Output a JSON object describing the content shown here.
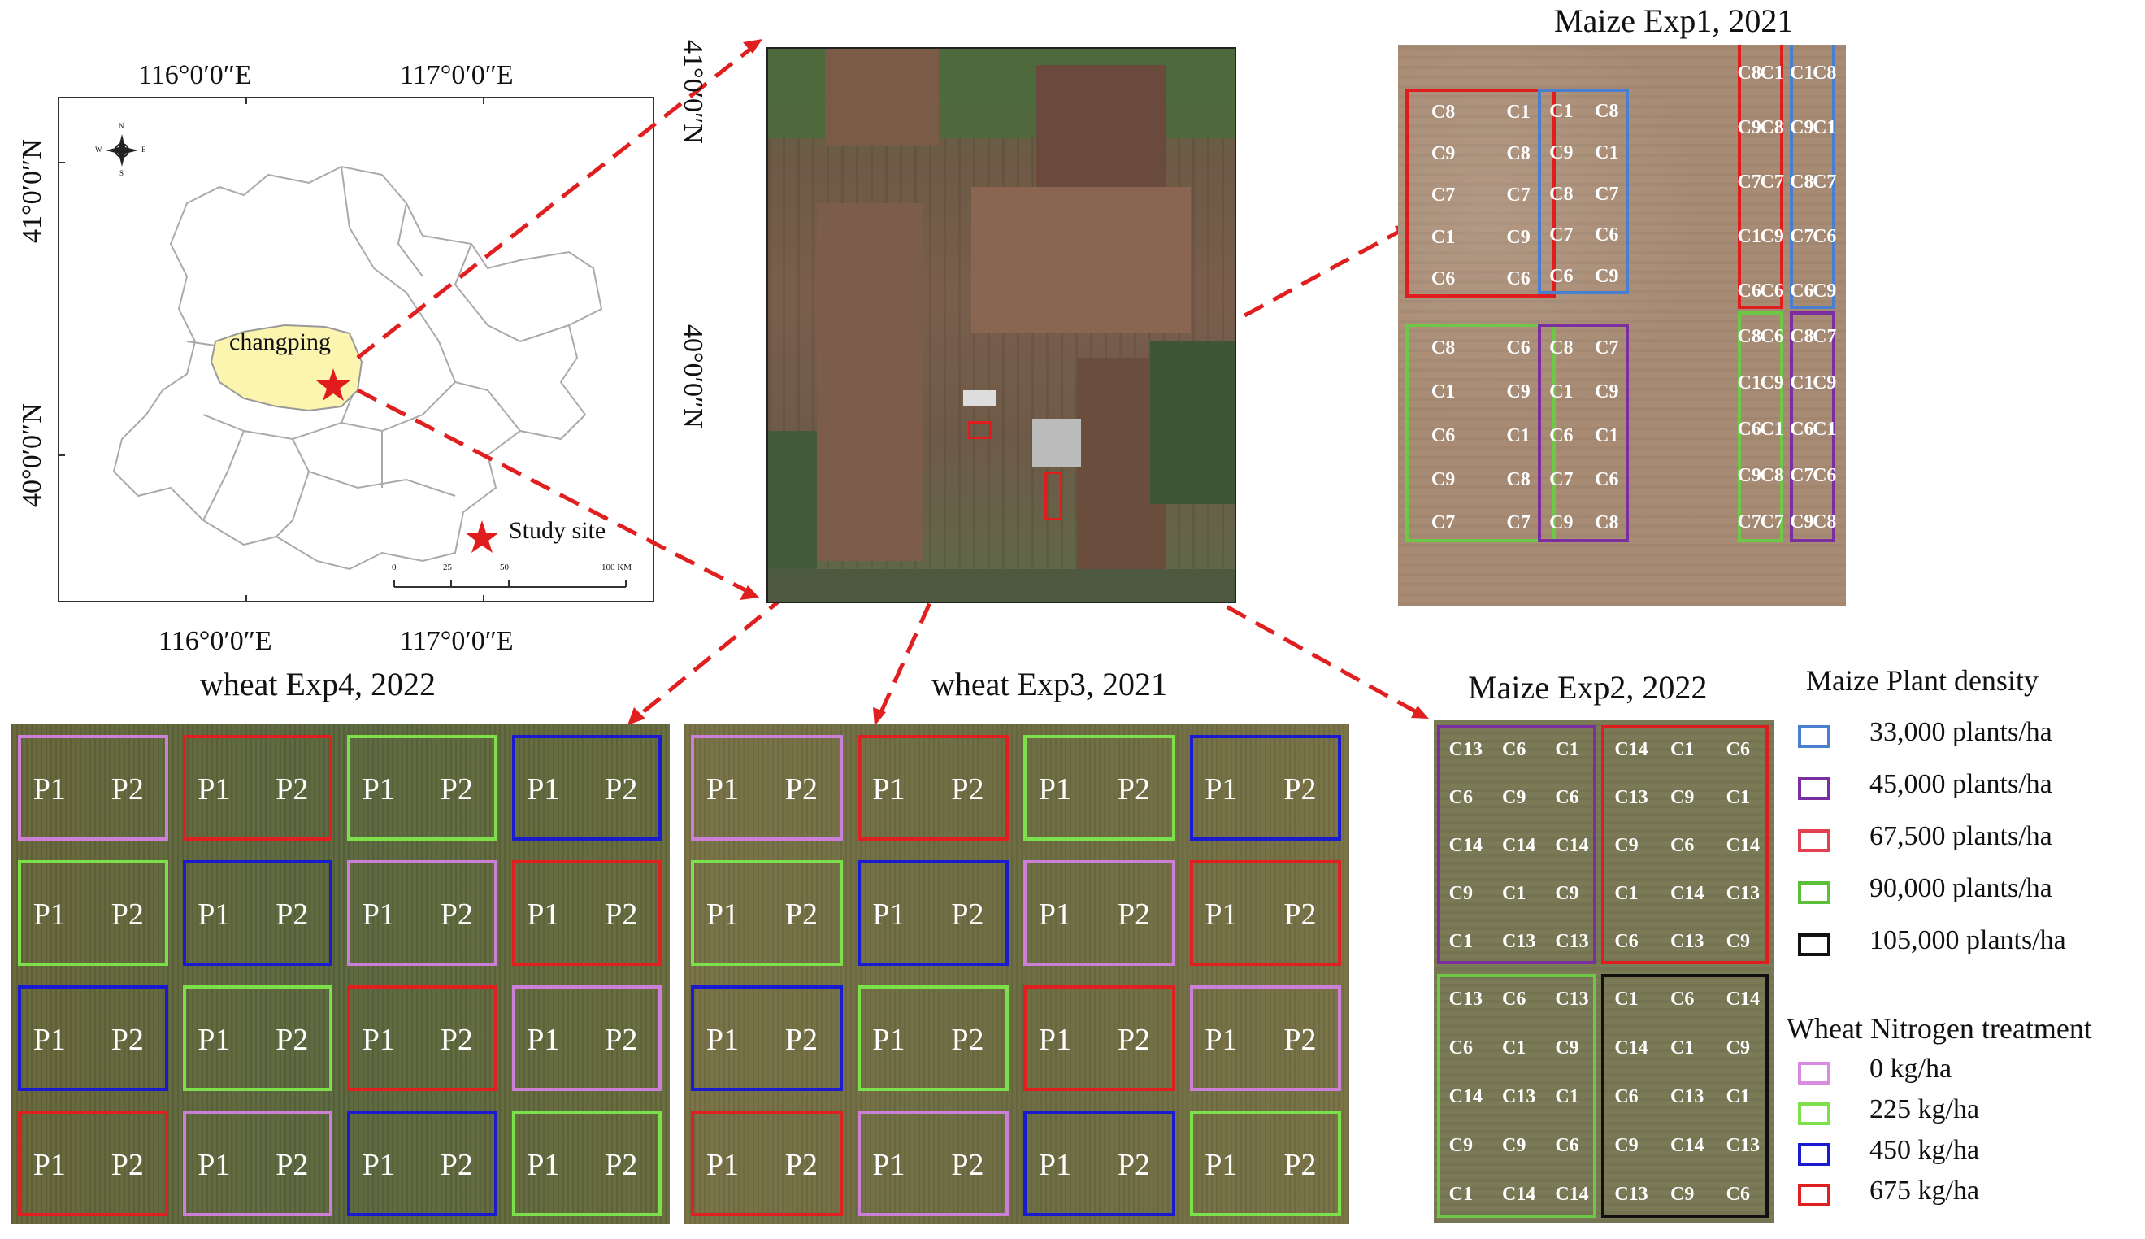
{
  "locator_map": {
    "top_lon_labels": [
      "116°0′0″E",
      "117°0′0″E"
    ],
    "bottom_lon_labels": [
      "116°0′0″E",
      "117°0′0″E"
    ],
    "lat_labels": [
      "41°0′0″N",
      "40°0′0″N"
    ],
    "district_label": "changping",
    "legend_label": "Study site",
    "scale_ticks": [
      "0",
      "25",
      "50",
      "100 KM"
    ],
    "compass_letters": {
      "n": "N",
      "s": "S",
      "e": "E",
      "w": "W"
    }
  },
  "satellite": {
    "right_lat_labels": [
      "41°0′0″N",
      "40°0′0″N"
    ]
  },
  "maize_exp1": {
    "title": "Maize Exp1, 2021",
    "blocks": [
      {
        "color": "red",
        "labels": [
          [
            "C8",
            "C1"
          ],
          [
            "C9",
            "C8"
          ],
          [
            "C7",
            "C7"
          ],
          [
            "C1",
            "C9"
          ],
          [
            "C6",
            "C6"
          ]
        ]
      },
      {
        "color": "blue",
        "labels": [
          [
            "C1",
            "C8"
          ],
          [
            "C9",
            "C1"
          ],
          [
            "C8",
            "C7"
          ],
          [
            "C7",
            "C6"
          ],
          [
            "C6",
            "C9"
          ]
        ]
      },
      {
        "color": "red",
        "labels": [
          [
            "C8",
            "C1"
          ],
          [
            "C9",
            "C8"
          ],
          [
            "C7",
            "C7"
          ],
          [
            "C1",
            "C9"
          ],
          [
            "C6",
            "C6"
          ]
        ]
      },
      {
        "color": "blue",
        "labels": [
          [
            "C1",
            "C8"
          ],
          [
            "C9",
            "C1"
          ],
          [
            "C8",
            "C7"
          ],
          [
            "C7",
            "C6"
          ],
          [
            "C6",
            "C9"
          ]
        ]
      },
      {
        "color": "green",
        "labels": [
          [
            "C8",
            "C6"
          ],
          [
            "C1",
            "C9"
          ],
          [
            "C6",
            "C1"
          ],
          [
            "C9",
            "C8"
          ],
          [
            "C7",
            "C7"
          ]
        ]
      },
      {
        "color": "purple",
        "labels": [
          [
            "C8",
            "C7"
          ],
          [
            "C1",
            "C9"
          ],
          [
            "C6",
            "C1"
          ],
          [
            "C7",
            "C6"
          ],
          [
            "C9",
            "C8"
          ]
        ]
      },
      {
        "color": "green",
        "labels": [
          [
            "C8",
            "C6"
          ],
          [
            "C1",
            "C9"
          ],
          [
            "C6",
            "C1"
          ],
          [
            "C9",
            "C8"
          ],
          [
            "C7",
            "C7"
          ]
        ]
      },
      {
        "color": "purple",
        "labels": [
          [
            "C8",
            "C7"
          ],
          [
            "C1",
            "C9"
          ],
          [
            "C6",
            "C1"
          ],
          [
            "C7",
            "C6"
          ],
          [
            "C9",
            "C8"
          ]
        ]
      }
    ]
  },
  "maize_exp2": {
    "title": "Maize Exp2, 2022",
    "blocks": [
      {
        "color": "purple",
        "labels": [
          [
            "C13",
            "C6",
            "C1"
          ],
          [
            "C6",
            "C9",
            "C6"
          ],
          [
            "C14",
            "C14",
            "C14"
          ],
          [
            "C9",
            "C1",
            "C9"
          ],
          [
            "C1",
            "C13",
            "C13"
          ]
        ]
      },
      {
        "color": "red",
        "labels": [
          [
            "C14",
            "C1",
            "C6"
          ],
          [
            "C13",
            "C9",
            "C1"
          ],
          [
            "C9",
            "C6",
            "C14"
          ],
          [
            "C1",
            "C14",
            "C13"
          ],
          [
            "C6",
            "C13",
            "C9"
          ]
        ]
      },
      {
        "color": "green",
        "labels": [
          [
            "C13",
            "C6",
            "C13"
          ],
          [
            "C6",
            "C1",
            "C9"
          ],
          [
            "C14",
            "C13",
            "C1"
          ],
          [
            "C9",
            "C9",
            "C6"
          ],
          [
            "C1",
            "C14",
            "C14"
          ]
        ]
      },
      {
        "color": "black",
        "labels": [
          [
            "C1",
            "C6",
            "C14"
          ],
          [
            "C14",
            "C1",
            "C9"
          ],
          [
            "C6",
            "C13",
            "C1"
          ],
          [
            "C9",
            "C14",
            "C13"
          ],
          [
            "C13",
            "C9",
            "C6"
          ]
        ]
      }
    ]
  },
  "wheat_exp4": {
    "title": "wheat Exp4, 2022",
    "grid": [
      [
        "pink",
        "red",
        "green",
        "blue"
      ],
      [
        "green",
        "blue",
        "pink",
        "red"
      ],
      [
        "blue",
        "green",
        "red",
        "pink"
      ],
      [
        "red",
        "pink",
        "blue",
        "green"
      ]
    ],
    "plot_labels": [
      "P1",
      "P2"
    ]
  },
  "wheat_exp3": {
    "title": "wheat Exp3, 2021",
    "grid": [
      [
        "pink",
        "red",
        "green",
        "blue"
      ],
      [
        "green",
        "blue",
        "pink",
        "red"
      ],
      [
        "blue",
        "green",
        "red",
        "pink"
      ],
      [
        "red",
        "pink",
        "blue",
        "green"
      ]
    ],
    "plot_labels": [
      "P1",
      "P2"
    ]
  },
  "legend": {
    "maize_title": "Maize Plant density",
    "maize_items": [
      {
        "label": "33,000 plants/ha",
        "color": "#4a7fd0"
      },
      {
        "label": "45,000 plants/ha",
        "color": "#7a2ea0"
      },
      {
        "label": "67,500 plants/ha",
        "color": "#e04050"
      },
      {
        "label": "90,000 plants/ha",
        "color": "#5cbf3a"
      },
      {
        "label": "105,000 plants/ha",
        "color": "#111111"
      }
    ],
    "wheat_title": "Wheat Nitrogen treatment",
    "wheat_items": [
      {
        "label": "0 kg/ha",
        "color": "#d98be0"
      },
      {
        "label": "225 kg/ha",
        "color": "#7be04a"
      },
      {
        "label": "450 kg/ha",
        "color": "#1a1ad0"
      },
      {
        "label": "675 kg/ha",
        "color": "#e02020"
      }
    ]
  },
  "colors": {
    "red": "#e01c1c",
    "blue": "#4a7fd0",
    "green": "#6cc845",
    "purple": "#7a2ea0",
    "black": "#111111",
    "pink": "#cc7fd6",
    "wheat_blue": "#1a1ad0",
    "wheat_green": "#7be04a",
    "wheat_red": "#e02020",
    "arrow": "#e02020",
    "changping_fill": "#fbf5b0"
  }
}
